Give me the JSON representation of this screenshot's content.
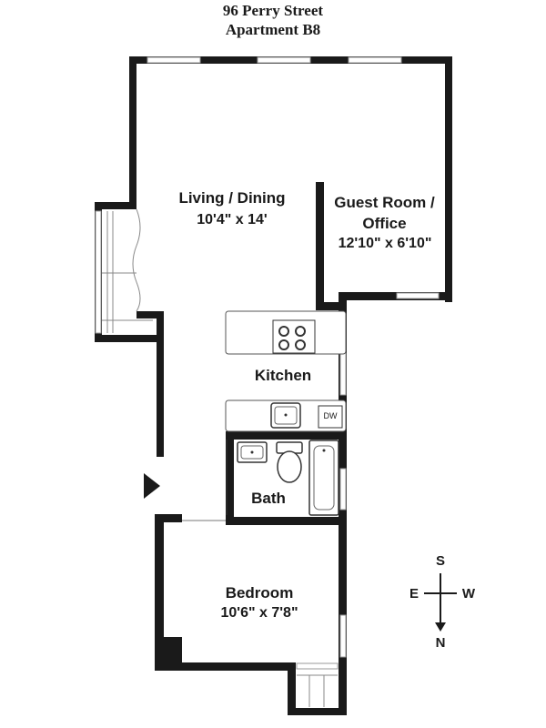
{
  "plan": {
    "title_line1": "96 Perry Street",
    "title_line2": "Apartment B8"
  },
  "rooms": {
    "living": {
      "name": "Living / Dining",
      "dims": "10'4\" x 14'"
    },
    "guest": {
      "name_line1": "Guest Room /",
      "name_line2": "Office",
      "dims": "12'10\" x 6'10\""
    },
    "kitchen": {
      "name": "Kitchen"
    },
    "bath": {
      "name": "Bath"
    },
    "bedroom": {
      "name": "Bedroom",
      "dims": "10'6\" x 7'8\""
    }
  },
  "fixtures": {
    "dishwasher": "DW"
  },
  "compass": {
    "north": "N",
    "south": "S",
    "east": "E",
    "west": "W"
  },
  "colors": {
    "wall": "#1a1a1a",
    "window": "#9a9a9a"
  }
}
